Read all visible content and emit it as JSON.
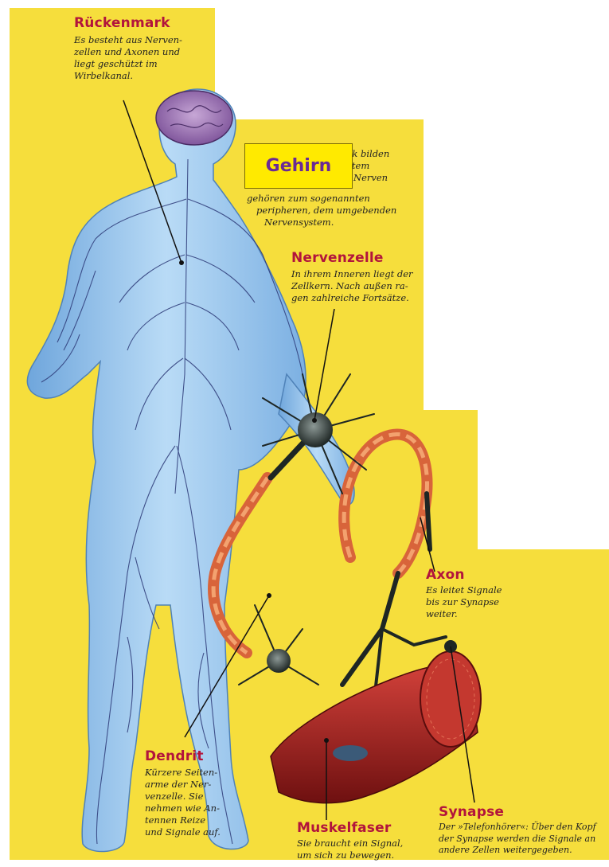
{
  "colors": {
    "background": "#f6de3c",
    "heading": "#b2143c",
    "body": "#8fc1ee",
    "nerve": "#2d3a78",
    "axon": "#d8643a",
    "muscle": "#a51d1d"
  },
  "labels": {
    "rueckenmark": {
      "title": "Rückenmark",
      "lines": [
        "Es besteht aus Nerven-",
        "zellen und Axonen und",
        "liegt geschützt im",
        "Wirbelkanal."
      ]
    },
    "gehirn": {
      "title": "Gehirn",
      "lines": [
        "ark bilden",
        "stem",
        "Nerven",
        "gehören zum sogenannten",
        "peripheren, dem umgebenden",
        "Nervensystem."
      ]
    },
    "nervenzelle": {
      "title": "Nervenzelle",
      "lines": [
        "In ihrem Inneren liegt der",
        "Zellkern. Nach außen ra-",
        "gen zahlreiche Fortsätze."
      ]
    },
    "axon": {
      "title": "Axon",
      "lines": [
        "Es leitet Signale",
        "bis zur Synapse",
        "weiter."
      ]
    },
    "dendrit": {
      "title": "Dendrit",
      "lines": [
        "Kürzere Seiten-",
        "arme der Ner-",
        "venzelle. Sie",
        "nehmen wie An-",
        "tennen Reize",
        "und Signale auf."
      ]
    },
    "muskelfaser": {
      "title": "Muskelfaser",
      "lines": [
        "Sie braucht ein Signal,",
        "um sich zu bewegen."
      ]
    },
    "synapse": {
      "title": "Synapse",
      "lines": [
        "Der »Telefonhörer«: Über den Kopf",
        "der Synapse werden die Signale an",
        "andere Zellen weitergegeben."
      ]
    }
  }
}
